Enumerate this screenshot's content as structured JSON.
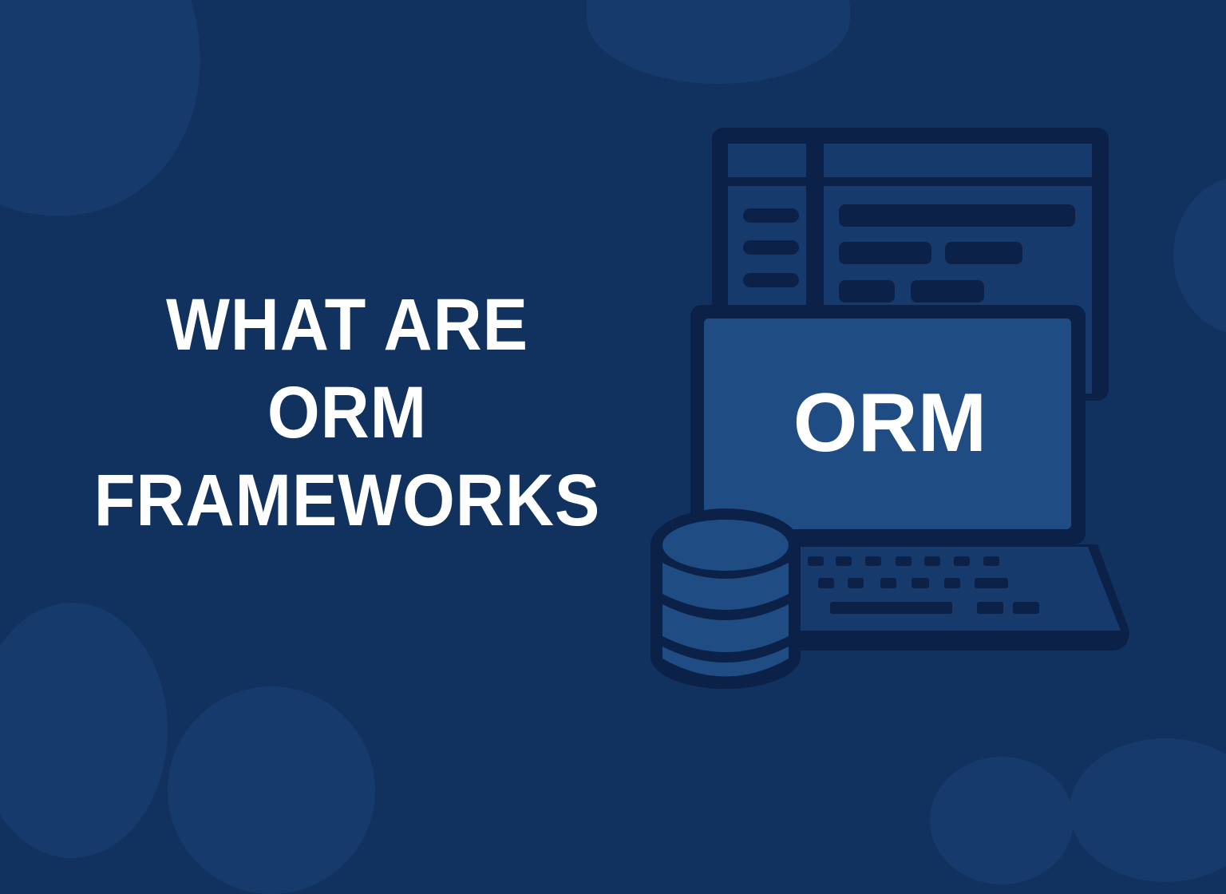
{
  "headline": {
    "lines": [
      "WHAT ARE",
      "ORM",
      "FRAMEWORKS"
    ]
  },
  "illustration": {
    "screen_label": "ORM",
    "icons": [
      "browser-window-icon",
      "laptop-icon",
      "database-icon"
    ]
  },
  "colors": {
    "background": "#11315f",
    "background_blob": "#153a6b",
    "outline": "#0c2148",
    "panel_fill": "#153a6b",
    "screen_fill": "#1f4c82",
    "text": "#ffffff"
  }
}
